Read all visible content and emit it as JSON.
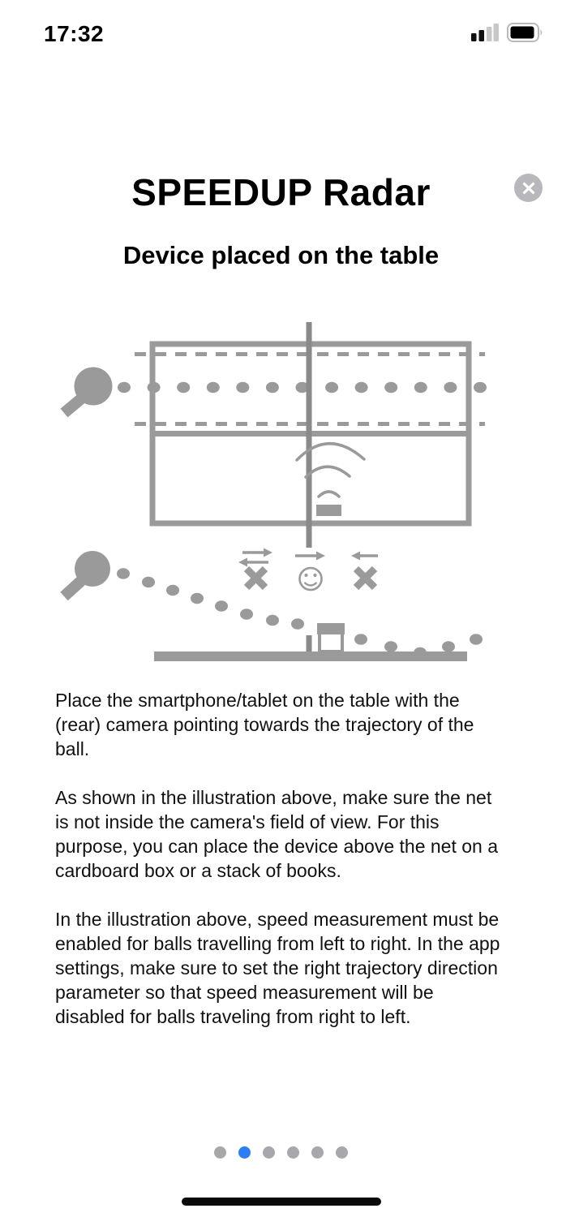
{
  "status_bar": {
    "time": "17:32"
  },
  "header": {
    "title": "SPEEDUP Radar",
    "subtitle": "Device placed on the table"
  },
  "body": {
    "paragraphs": [
      "Place the smartphone/tablet on the table with the (rear) camera pointing towards the trajectory of the ball.",
      "As shown in the illustration above, make sure the net is not inside the camera's field of view. For this purpose, you can place the device above the net on a cardboard box or a stack of books.",
      "In the illustration above, speed measurement must be enabled for balls travelling from left to right. In the app settings, make sure to set the right trajectory direction parameter so that speed measurement will be disabled for balls traveling from right to left."
    ]
  },
  "page_indicator": {
    "count": 6,
    "active_index": 1
  },
  "colors": {
    "accent_blue": "#2e7cf6",
    "illustration_gray": "#9a9a9a",
    "net_gray": "#8a8a8a",
    "page_dot_gray": "#a8a8ac",
    "text_black": "#111111",
    "close_circle_gray": "#b8b8bc",
    "status_light_gray": "#c7c7c9",
    "home_indicator_black": "#0a0a0a"
  }
}
